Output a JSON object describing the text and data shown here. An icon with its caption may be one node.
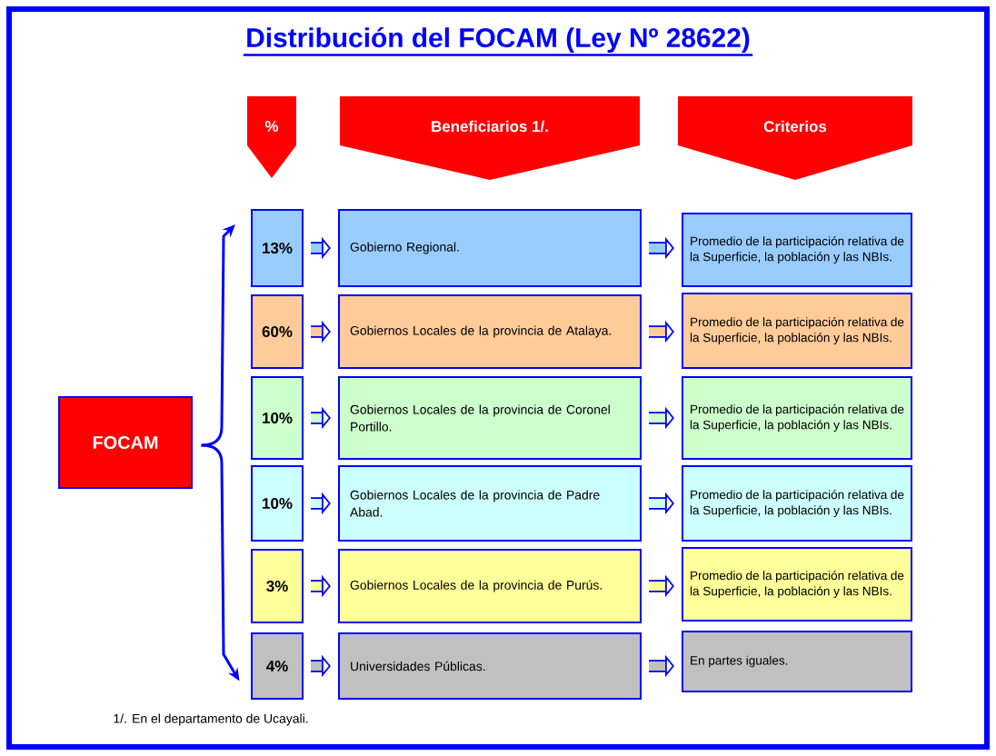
{
  "diagram": {
    "title": "Distribución del FOCAM (Ley Nº 28622)",
    "nodes": [
      {
        "text": [
          "FOCAM"
        ]
      },
      {
        "text": [
          "%"
        ]
      },
      {
        "text": [
          "Beneficiarios 1/."
        ]
      },
      {
        "text": [
          "Criterios"
        ]
      },
      {
        "text": [
          "13%"
        ]
      },
      {
        "text": [
          "Gobierno Regional."
        ]
      },
      {
        "text": [
          "Promedio de la participación relativa de la Superficie, la población y las NBIs."
        ]
      },
      {
        "text": [
          "60%"
        ]
      },
      {
        "text": [
          "Gobiernos Locales de la provincia de Atalaya."
        ]
      },
      {
        "text": [
          "Promedio de la participación relativa de la Superficie, la población y las NBIs."
        ]
      },
      {
        "text": [
          "10%"
        ]
      },
      {
        "text": [
          "Gobiernos Locales de la provincia de Coronel Portillo."
        ]
      },
      {
        "text": [
          "Promedio de la participación relativa de la Superficie, la población y las NBIs."
        ]
      },
      {
        "text": [
          "10%"
        ]
      },
      {
        "text": [
          "Gobiernos Locales de la provincia de Padre Abad."
        ]
      },
      {
        "text": [
          "Promedio de la participación relativa de la Superficie, la población y las NBIs."
        ]
      },
      {
        "text": [
          "3%"
        ]
      },
      {
        "text": [
          "Gobiernos Locales de la provincia de Purús."
        ]
      },
      {
        "text": [
          "Promedio de la participación relativa de la Superficie, la población y las NBIs."
        ]
      },
      {
        "text": [
          "4%"
        ]
      },
      {
        "text": [
          "Universidades Públicas."
        ]
      },
      {
        "text": [
          "En partes iguales."
        ]
      }
    ],
    "edges": [
      {
        "from": 0,
        "to": 4,
        "arrow": "to"
      },
      {
        "from": 0,
        "to": 19,
        "arrow": "to"
      },
      {
        "from": 4,
        "to": 5,
        "arrow": "to"
      },
      {
        "from": 5,
        "to": 6,
        "arrow": "to"
      },
      {
        "from": 7,
        "to": 8,
        "arrow": "to"
      },
      {
        "from": 8,
        "to": 9,
        "arrow": "to"
      },
      {
        "from": 10,
        "to": 11,
        "arrow": "to"
      },
      {
        "from": 11,
        "to": 12,
        "arrow": "to"
      },
      {
        "from": 13,
        "to": 14,
        "arrow": "to"
      },
      {
        "from": 14,
        "to": 15,
        "arrow": "to"
      },
      {
        "from": 16,
        "to": 17,
        "arrow": "to"
      },
      {
        "from": 17,
        "to": 18,
        "arrow": "to"
      },
      {
        "from": 19,
        "to": 20,
        "arrow": "to"
      },
      {
        "from": 20,
        "to": 21,
        "arrow": "to"
      }
    ],
    "labels": [
      "1/. En el departamento de Ucayali."
    ]
  }
}
